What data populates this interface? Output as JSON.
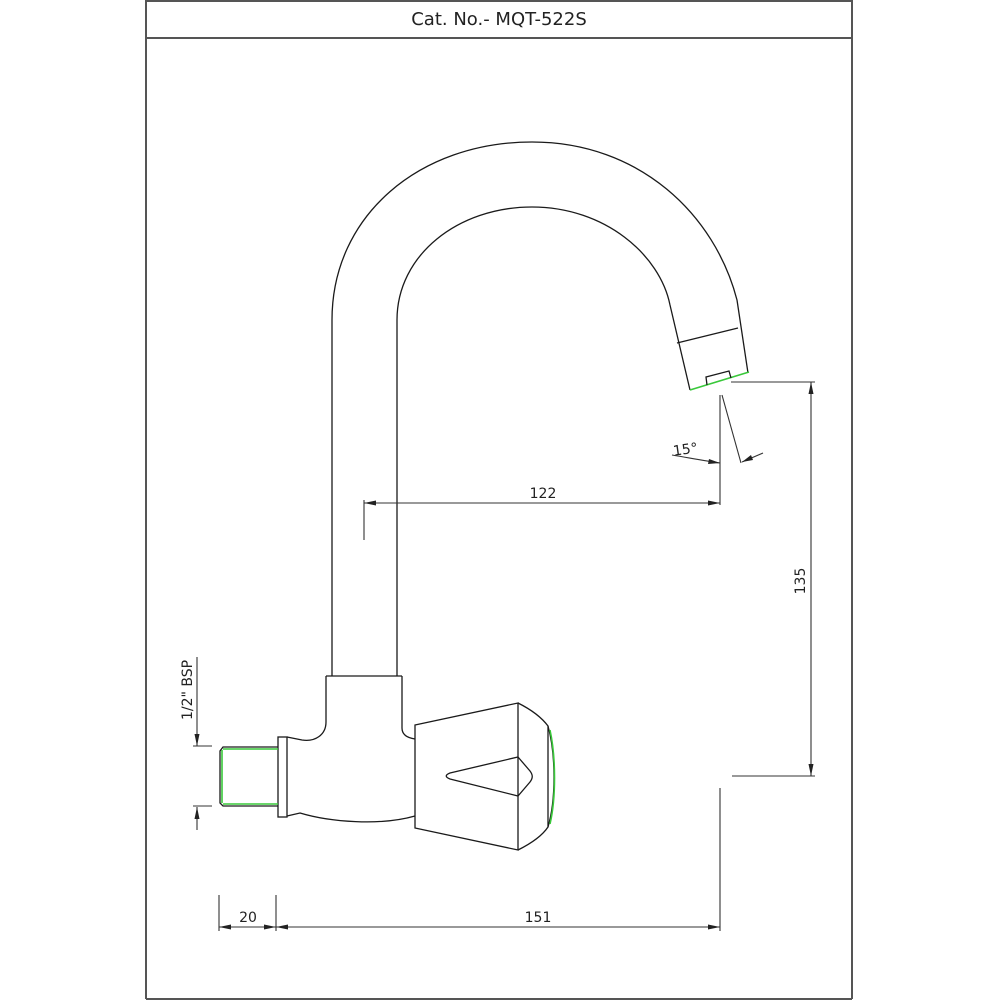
{
  "header": {
    "title": "Cat. No.- MQT-522S"
  },
  "drawing": {
    "subject": "wall-mounted sink cock with swivel spout",
    "dimensions": {
      "spout_reach": "122",
      "spout_height": "135",
      "spout_angle": "15°",
      "inlet_thread": "1/2\" BSP",
      "thread_length": "20",
      "overall_projection": "151"
    },
    "colors": {
      "outline": "#1a1a1a",
      "highlight": "#39c83a",
      "frame": "#555555"
    }
  }
}
